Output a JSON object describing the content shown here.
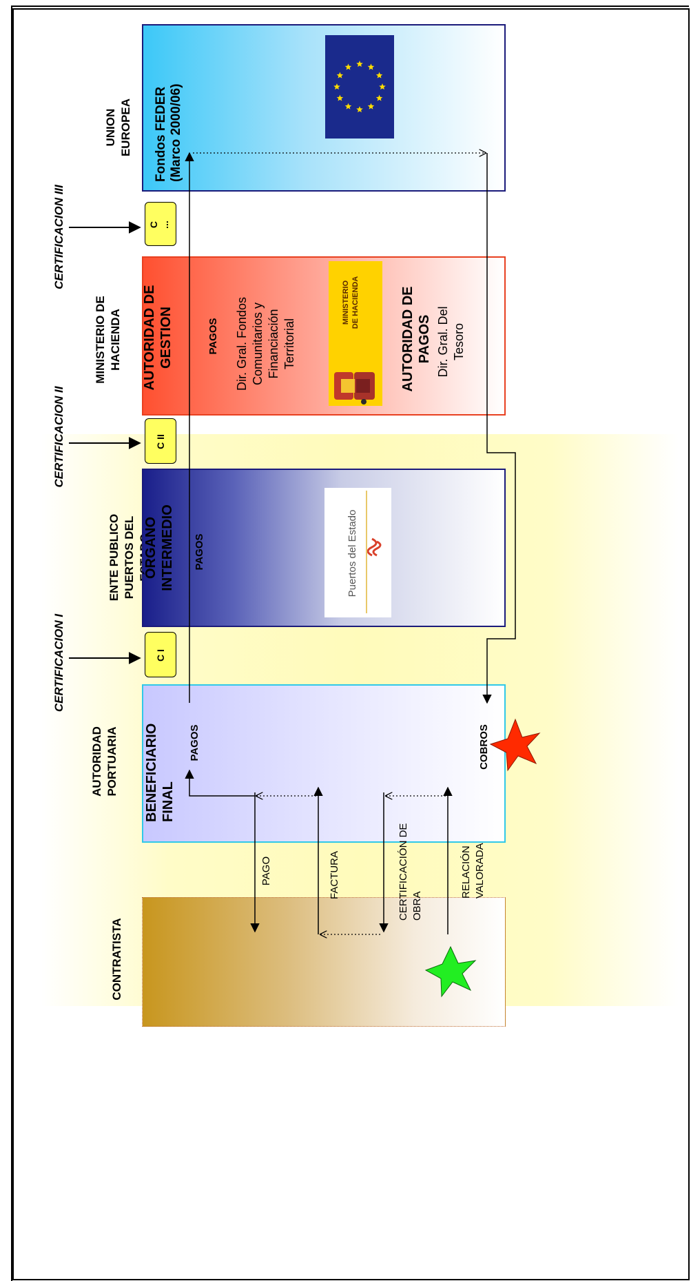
{
  "entities": {
    "union_europea": "UNION\nEUROPEA",
    "ministerio": "MINISTERIO DE\nHACIENDA",
    "ente_publico": "ENTE PUBLICO\nPUERTOS DEL\nESTADO",
    "autoridad_portuaria": "AUTORIDAD\nPORTUARIA",
    "contratista": "CONTRATISTA"
  },
  "certifications": {
    "c1": "CERTIFICACION I",
    "c2": "CERTIFICACION II",
    "c3": "CERTIFICACION III",
    "c1_scroll": "C I",
    "c2_scroll": "C II",
    "c3_scroll": "C\n..."
  },
  "ue_box": {
    "title": "Fondos FEDER\n(Marco 2000/06)"
  },
  "hacienda_box": {
    "gestion_title": "AUTORIDAD DE\nGESTION",
    "gestion_pagos": "PAGOS",
    "gestion_dir": "Dir. Gral. Fondos\nComunitarios y\nFinanciación\nTerritorial",
    "logo_text": "MINISTERIO\nDE HACIENDA",
    "pagos_title": "AUTORIDAD DE\nPAGOS",
    "pagos_dir": "Dir. Gral. Del\nTesoro"
  },
  "intermedio_box": {
    "title": "ÓRGANO\nINTERMEDIO",
    "pagos": "PAGOS",
    "logo_text": "Puertos del Estado"
  },
  "beneficiario_box": {
    "title": "BENEFICIARIO\nFINAL",
    "pagos": "PAGOS",
    "cobros": "COBROS"
  },
  "flows": {
    "pago": "PAGO",
    "factura": "FACTURA",
    "certificacion_obra": "CERTIFICACIÓN DE\nOBRA",
    "relacion_valorada": "RELACIÓN\nVALORADA"
  },
  "colors": {
    "ue_border": "#1a1a7a",
    "hacienda_border": "#e84020",
    "intermedio_border": "#1a1a7a",
    "beneficiario_border": "#30c8e8",
    "scroll_fill": "#ffff60",
    "star_red": "#ff2a00",
    "star_green": "#22ee22"
  }
}
